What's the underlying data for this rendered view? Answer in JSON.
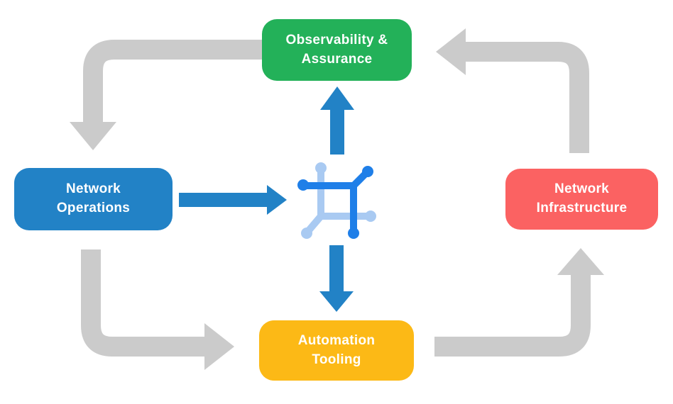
{
  "nodes": {
    "observability": {
      "line1": "Observability &",
      "line2": "Assurance",
      "color": "#23B159"
    },
    "network_operations": {
      "line1": "Network",
      "line2": "Operations",
      "color": "#2282C6"
    },
    "network_infrastructure": {
      "line1": "Network",
      "line2": "Infrastructure",
      "color": "#FB6262"
    },
    "automation_tooling": {
      "line1": "Automation",
      "line2": "Tooling",
      "color": "#FCB916"
    }
  },
  "colors": {
    "gray_arrow": "#CBCBCB",
    "blue_arrow": "#2282C6",
    "icon_dark_blue": "#1F7FE8",
    "icon_light_blue": "#A9CAF2",
    "label_text": "#FFFFFF",
    "background": "#FFFFFF"
  },
  "icon": {
    "name": "network-mesh-icon"
  },
  "flows": [
    {
      "from": "Observability & Assurance",
      "to": "Network Operations",
      "style": "gray-elbow"
    },
    {
      "from": "Network Operations",
      "to": "Automation Tooling",
      "style": "gray-elbow"
    },
    {
      "from": "Automation Tooling",
      "to": "Network Infrastructure",
      "style": "gray-elbow"
    },
    {
      "from": "Network Infrastructure",
      "to": "Observability & Assurance",
      "style": "gray-elbow"
    },
    {
      "from": "Network Operations",
      "to": "center-icon",
      "style": "blue-straight"
    },
    {
      "from": "center-icon",
      "to": "Observability & Assurance",
      "style": "blue-straight"
    },
    {
      "from": "center-icon",
      "to": "Automation Tooling",
      "style": "blue-straight"
    }
  ]
}
